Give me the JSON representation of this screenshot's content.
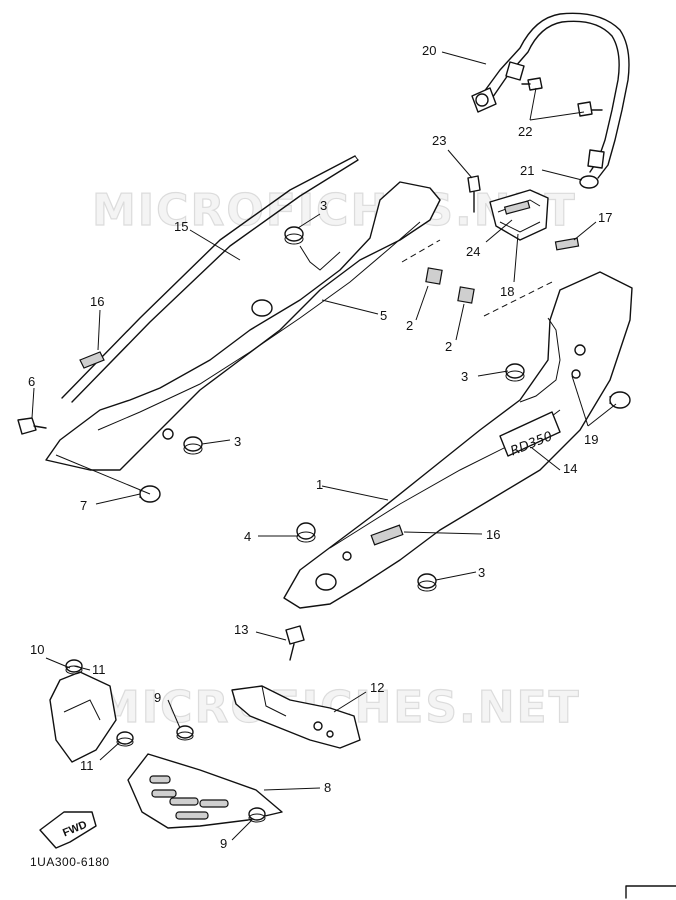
{
  "diagram": {
    "watermark": "MICROFICHES.NET",
    "code": "1UA300-6180",
    "fwd_label": "FWD",
    "decal_text": "RD350",
    "labels": {
      "l1": "1",
      "l2a": "2",
      "l2b": "2",
      "l3a": "3",
      "l3b": "3",
      "l3c": "3",
      "l3d": "3",
      "l4": "4",
      "l5": "5",
      "l6": "6",
      "l7": "7",
      "l8": "8",
      "l9a": "9",
      "l9b": "9",
      "l10": "10",
      "l11a": "11",
      "l11b": "11",
      "l12": "12",
      "l13": "13",
      "l14": "14",
      "l15": "15",
      "l16a": "16",
      "l16b": "16",
      "l17": "17",
      "l18": "18",
      "l19": "19",
      "l20": "20",
      "l21": "21",
      "l22": "22",
      "l23": "23",
      "l24": "24"
    }
  }
}
